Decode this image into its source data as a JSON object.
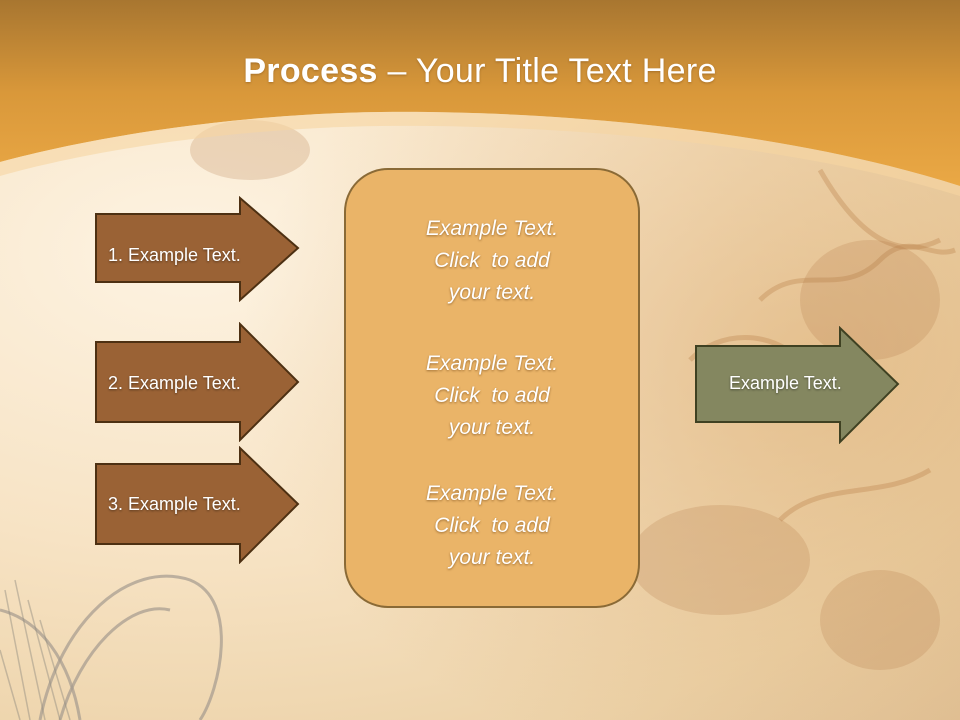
{
  "slide": {
    "title_bold": "Process",
    "title_rest": " – Your Title Text Here"
  },
  "steps": [
    {
      "label": "1. Example Text."
    },
    {
      "label": "2. Example Text."
    },
    {
      "label": "3. Example Text."
    }
  ],
  "center_blocks": [
    {
      "lines": [
        "Example Text.",
        "Click  to add",
        "your text."
      ]
    },
    {
      "lines": [
        "Example Text.",
        "Click  to add",
        "your text."
      ]
    },
    {
      "lines": [
        "Example Text.",
        "Click  to add",
        "your text."
      ]
    }
  ],
  "result": {
    "label": "Example Text."
  },
  "colors": {
    "header_orange": "#e5a23f",
    "step_arrow_fill": "#9a6235",
    "step_arrow_stroke": "#4d3012",
    "center_box_fill": "#eab468",
    "result_arrow_fill": "#848760"
  }
}
